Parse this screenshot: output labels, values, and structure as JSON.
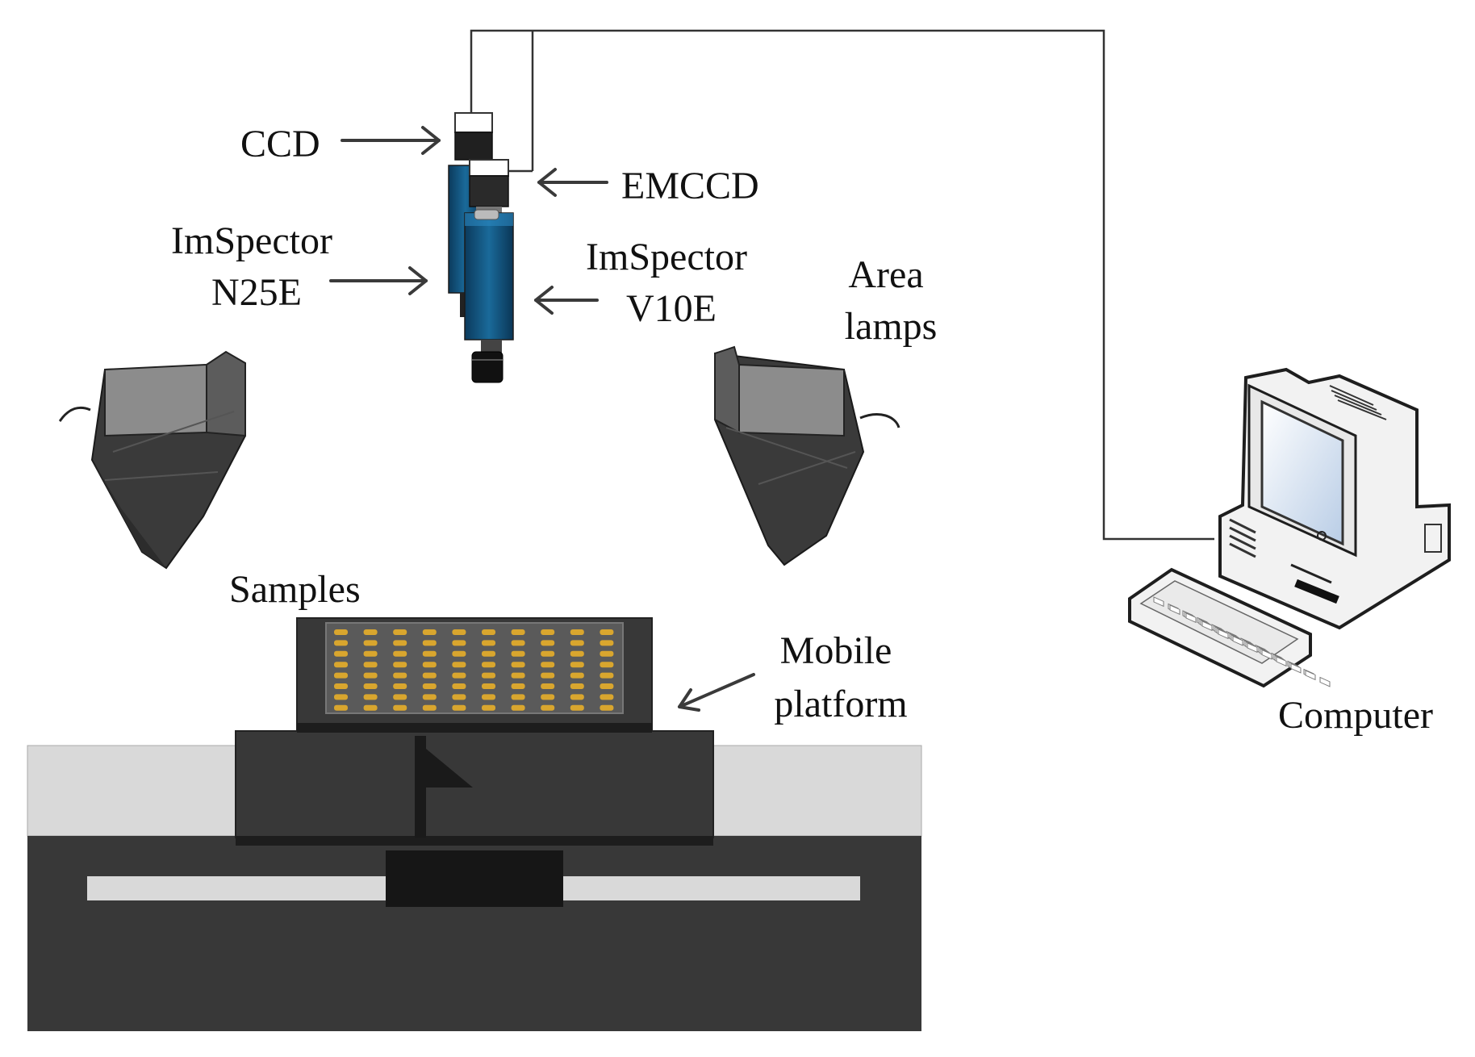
{
  "labels": {
    "ccd": "CCD",
    "emccd": "EMCCD",
    "imspector_n25e": [
      "ImSpector",
      "N25E"
    ],
    "imspector_v10e": [
      "ImSpector",
      "V10E"
    ],
    "area_lamps": [
      "Area",
      "lamps"
    ],
    "samples": "Samples",
    "mobile_platform": [
      "Mobile",
      "platform"
    ],
    "computer": "Computer"
  },
  "colors": {
    "spectrograph_blue": "#0a4f7a",
    "platform_dark": "#383838",
    "platform_light": "#d9d9d9",
    "sample_gold": "#d9a62e",
    "lamp_dark": "#3a3a3a",
    "lamp_face": "#8c8c8c"
  },
  "sample_grid": {
    "rows": 8,
    "cols": 10
  }
}
